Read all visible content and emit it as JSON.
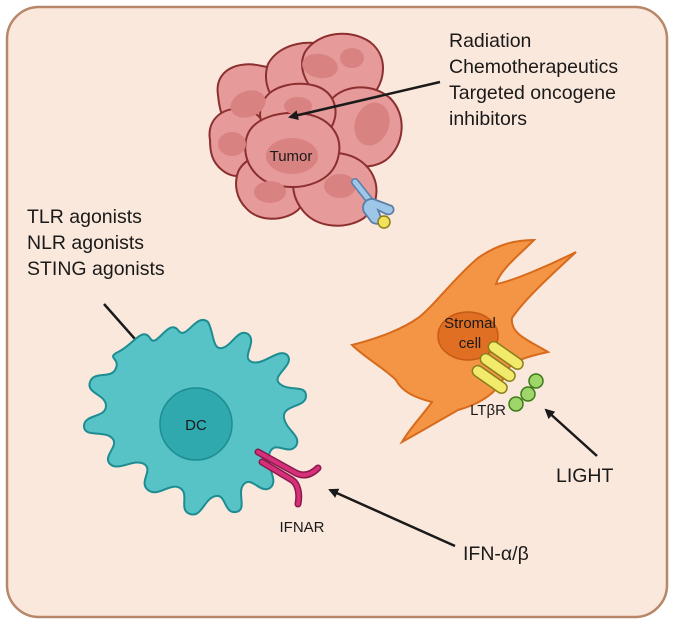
{
  "tumor": {
    "label": "Tumor",
    "treatments": [
      "Radiation",
      "Chemotherapeutics",
      "Targeted oncogene",
      "inhibitors"
    ]
  },
  "dc": {
    "label": "DC",
    "agonists": [
      "TLR agonists",
      "NLR agonists",
      "STING agonists"
    ],
    "receptor_label": "IFNAR",
    "ligand_label": "IFN-α/β"
  },
  "stromal": {
    "label_line1": "Stromal",
    "label_line2": "cell",
    "receptor_label": "LTβR",
    "ligand_label": "LIGHT"
  },
  "colors": {
    "panel_fill": "#fbe8dc",
    "panel_border": "#b8876a",
    "tumor_fill": "#e69a9a",
    "tumor_stroke": "#8c2f2f",
    "dc_fill": "#57c3c7",
    "dc_nucleus": "#2fa9ae",
    "stromal_fill": "#f39545",
    "stromal_nucleus": "#e06f24",
    "ltbr_yellow": "#f2ea6a",
    "ltbr_green": "#9fd66a",
    "ifnar_pink": "#d6307a",
    "drug_blue": "#9ec6e8",
    "arrow": "#1a1a1a"
  }
}
